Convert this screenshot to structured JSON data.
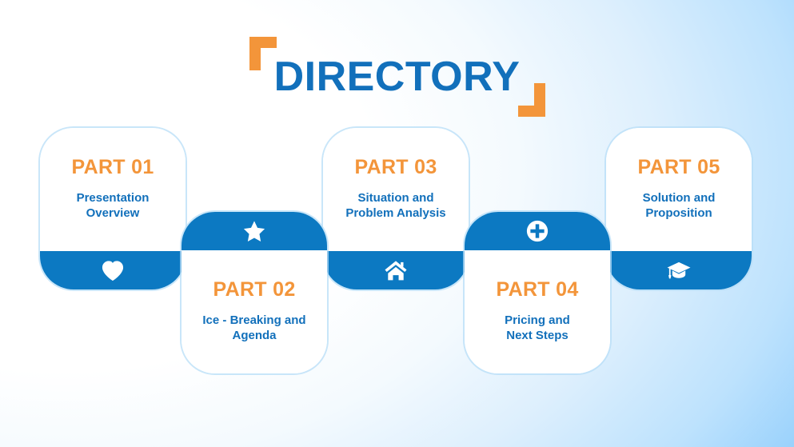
{
  "slide": {
    "title": "DIRECTORY",
    "background_start": "#ffffff",
    "background_end": "#45adfb",
    "accent_blue": "#0c79c2",
    "title_blue": "#1270bb",
    "accent_orange": "#f3953a"
  },
  "cards": [
    {
      "label": "PART 01",
      "description": "Presentation\nOverview",
      "description_lines": [
        "Presentation",
        "Overview"
      ],
      "icon": "heart-icon",
      "orientation": "band-bottom"
    },
    {
      "label": "PART 02",
      "description": "Ice - Breaking and\nAgenda",
      "description_lines": [
        "Ice - Breaking and",
        "Agenda"
      ],
      "icon": "star-icon",
      "orientation": "band-top"
    },
    {
      "label": "PART 03",
      "description": "Situation and\nProblem Analysis",
      "description_lines": [
        "Situation and",
        "Problem Analysis"
      ],
      "icon": "house-icon",
      "orientation": "band-bottom"
    },
    {
      "label": "PART 04",
      "description": "Pricing and\nNext Steps",
      "description_lines": [
        "Pricing and",
        "Next Steps"
      ],
      "icon": "plus-circle-icon",
      "orientation": "band-top"
    },
    {
      "label": "PART 05",
      "description": "Solution and\nProposition",
      "description_lines": [
        "Solution and",
        "Proposition"
      ],
      "icon": "graduation-cap-icon",
      "orientation": "band-bottom"
    }
  ]
}
